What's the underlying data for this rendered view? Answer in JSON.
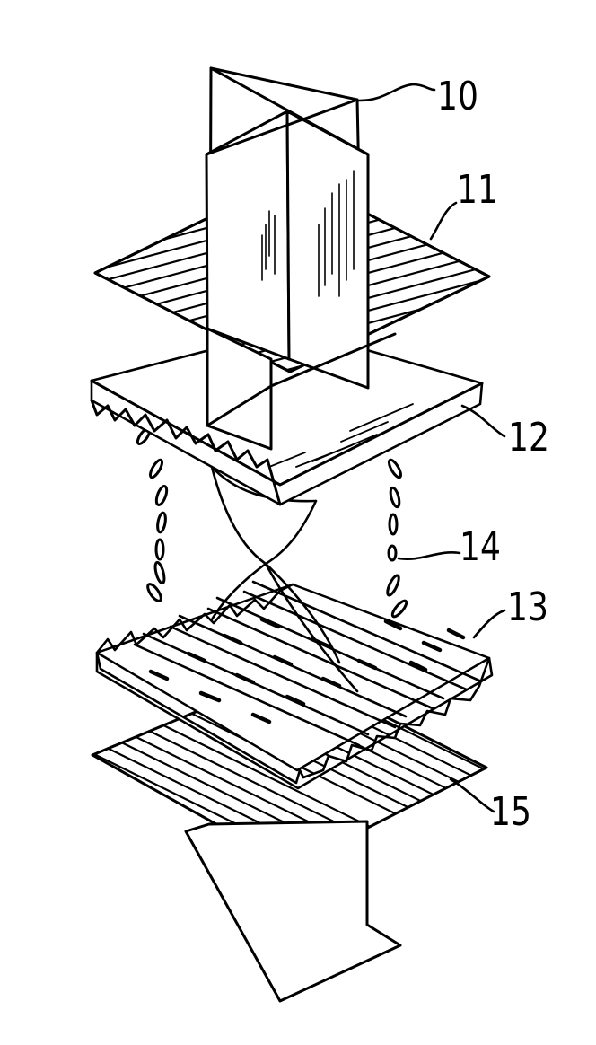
{
  "figure": {
    "labels": {
      "polarized_light": "10",
      "upper_polarizer": "11",
      "upper_substrate": "12",
      "lower_substrate": "13",
      "liquid_crystal_molecules": "14",
      "lower_polarizer": "15"
    },
    "colors": {
      "line": "#000000",
      "background": "#ffffff"
    }
  }
}
